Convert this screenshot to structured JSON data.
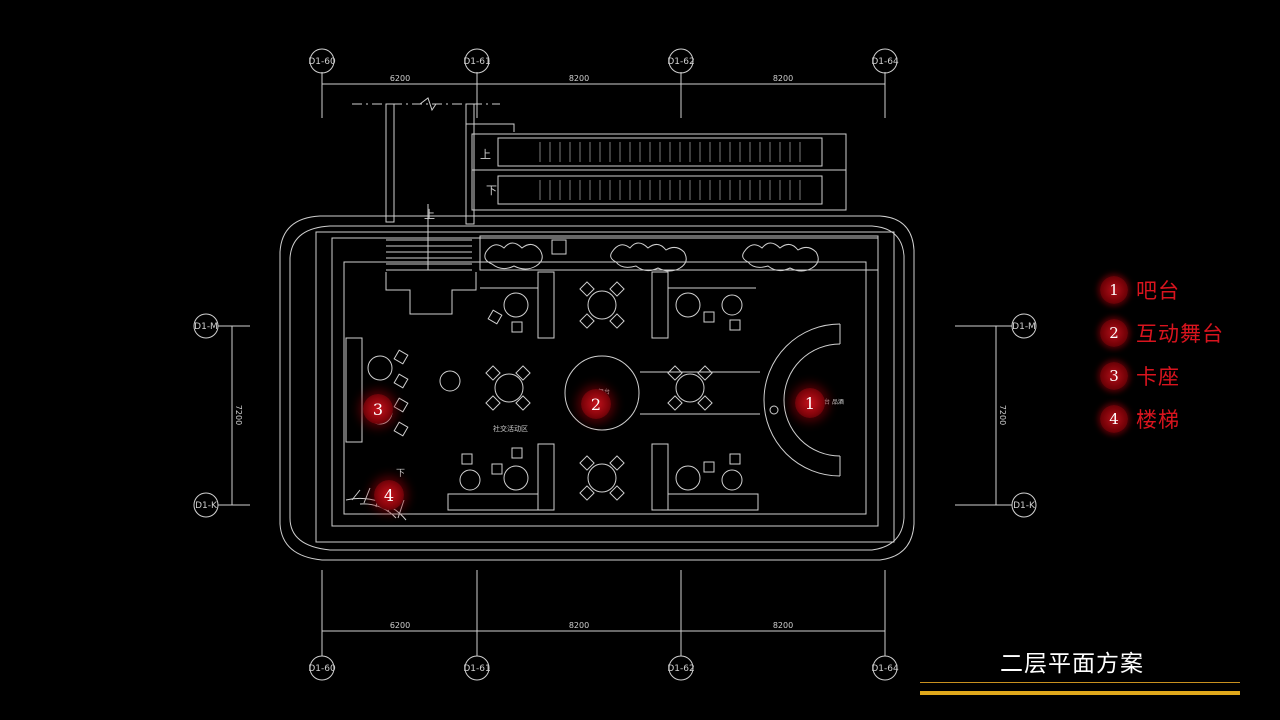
{
  "page": {
    "title": "二层平面方案"
  },
  "axes": {
    "top": [
      "D1-60",
      "D1-61",
      "D1-62",
      "D1-64"
    ],
    "bottom": [
      "D1-60",
      "D1-61",
      "D1-62",
      "D1-64"
    ],
    "left": [
      "D1-M",
      "D1-K"
    ],
    "right": [
      "D1-M",
      "D1-K"
    ]
  },
  "dimensions": {
    "top": [
      "6200",
      "8200",
      "8200"
    ],
    "bottom": [
      "6200",
      "8200",
      "8200"
    ],
    "left": "7200",
    "right": "7200"
  },
  "plan_labels": {
    "escalator_up": "上",
    "escalator_down": "下",
    "stair_up": "上",
    "stair_down": "下",
    "social_area": "社交活动区",
    "stage": "舞台",
    "bar": "吧台 品酒"
  },
  "markers": [
    {
      "number": "1",
      "label": "吧台"
    },
    {
      "number": "2",
      "label": "互动舞台"
    },
    {
      "number": "3",
      "label": "卡座"
    },
    {
      "number": "4",
      "label": "楼梯"
    }
  ],
  "colors": {
    "accent_red": "#d8141e",
    "gold": "#e0a81c",
    "lines": "#d8d8d8"
  }
}
